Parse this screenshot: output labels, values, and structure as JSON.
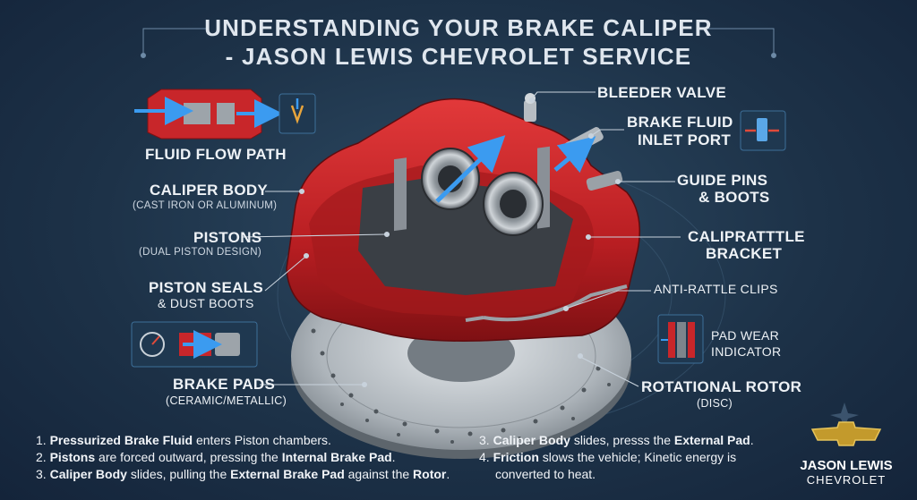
{
  "title": {
    "line1": "Understanding Your Brake Caliper",
    "line2": "- Jason Lewis Chevrolet Service"
  },
  "labels": {
    "fluid_flow_path": "Fluid Flow Path",
    "caliper_body": "Caliper Body",
    "caliper_body_sub": "(Cast Iron or Aluminum)",
    "pistons": "Pistons",
    "pistons_sub": "(Dual Piston Design)",
    "piston_seals_1": "Piston Seals",
    "piston_seals_2": "& Dust Boots",
    "brake_pads": "Brake Pads",
    "brake_pads_sub": "(Ceramic/Metallic)",
    "bleeder_valve": "Bleeder Valve",
    "inlet_1": "Brake Fluid",
    "inlet_2": "Inlet Port",
    "guide_1": "Guide Pins",
    "guide_2": "& Boots",
    "bracket_1": "Calipratttle",
    "bracket_2": "Bracket",
    "anti_rattle": "Anti-Rattle Clips",
    "pad_wear_1": "Pad Wear",
    "pad_wear_2": "Indicator",
    "rotor": "Rotational Rotor",
    "rotor_sub": "(Disc)"
  },
  "steps_left": [
    {
      "num": "1.",
      "bold": "Pressurized Brake Fluid",
      "rest": " enters Piston chambers."
    },
    {
      "num": "2.",
      "bold": "Pistons",
      "rest": " are forced outward, pressing the ",
      "bold2": "Internal Brake Pad",
      "rest2": "."
    },
    {
      "num": "3.",
      "bold": "Caliper Body",
      "rest": " slides, pulling the ",
      "bold2": "External Brake Pad",
      "rest2": " against the ",
      "bold3": "Rotor",
      "rest3": "."
    }
  ],
  "steps_right": [
    {
      "num": "3.",
      "bold": "Caliper Body",
      "rest": " slides, presss the ",
      "bold2": "External Pad",
      "rest2": "."
    },
    {
      "num": "4.",
      "bold": "Friction",
      "rest": " slows the vehicle; Kinetic energy is"
    },
    {
      "num": "",
      "bold": "",
      "rest": "converted to heat."
    }
  ],
  "brand": {
    "line1": "Jason Lewis",
    "line2": "Chevrolet",
    "logo": "chevrolet-bowtie-logo"
  },
  "colors": {
    "background": "#1d3248",
    "caliper_red": "#c8262a",
    "accent_blue": "#2f8be0",
    "rotor_silver": "#b9c0c6"
  }
}
